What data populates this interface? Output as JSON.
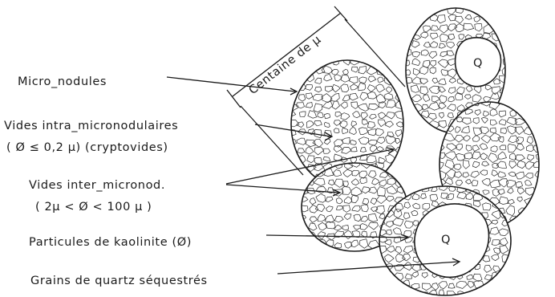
{
  "labels": {
    "micronodules": "Micro_nodules",
    "vides_intra_line1": "Vides intra_micronodulaires",
    "vides_intra_line2": "( Ø ≤ 0,2 μ) (cryptovides)",
    "vides_inter_line1": "Vides inter_micronod.",
    "vides_inter_line2": "( 2μ < Ø < 100 μ )",
    "particules": "Particules de kaolinite (Ø)",
    "grains": "Grains de quartz séquestrés",
    "scale": "Centaine de μ",
    "quartz_top": "Q",
    "quartz_bottom": "Q"
  }
}
